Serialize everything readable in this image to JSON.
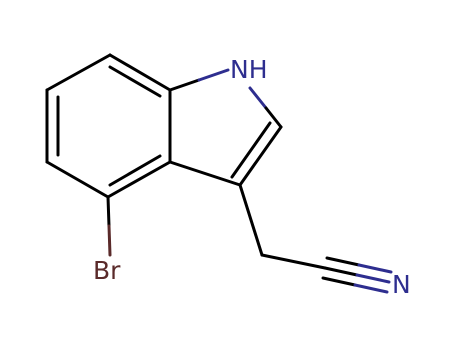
{
  "molecule": {
    "atoms": {
      "nh": "NH",
      "br": "Br",
      "n": "N"
    },
    "colors": {
      "bond": "#000000",
      "nitrogen": "#2e2e8f",
      "bromine": "#5a2a2a",
      "background": "#ffffff"
    }
  }
}
